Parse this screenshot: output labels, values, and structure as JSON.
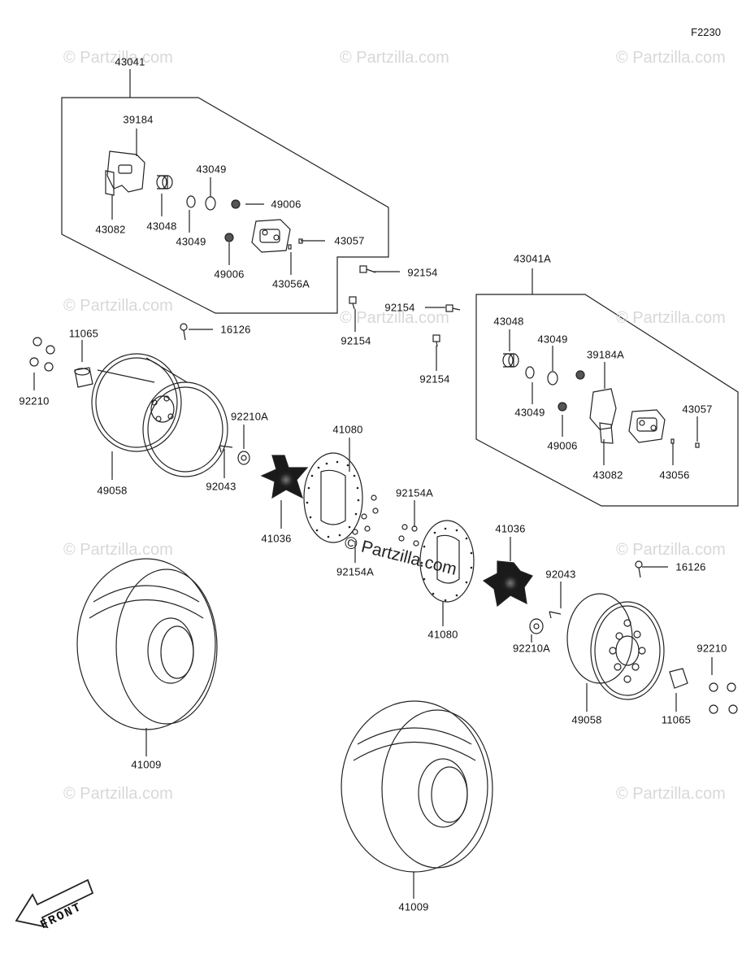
{
  "figure_code": "F2230",
  "watermark_text": "© Partzilla.com",
  "front_arrow_label": "FRONT",
  "groups": [
    {
      "id": "43041",
      "label": "43041"
    },
    {
      "id": "43041A",
      "label": "43041A"
    }
  ],
  "callouts": [
    {
      "key": "c43041",
      "text": "43041"
    },
    {
      "key": "c39184",
      "text": "39184"
    },
    {
      "key": "c43049a",
      "text": "43049"
    },
    {
      "key": "c49006a",
      "text": "49006"
    },
    {
      "key": "c43082a",
      "text": "43082"
    },
    {
      "key": "c43048a",
      "text": "43048"
    },
    {
      "key": "c43049b",
      "text": "43049"
    },
    {
      "key": "c43057a",
      "text": "43057"
    },
    {
      "key": "c49006b",
      "text": "49006"
    },
    {
      "key": "c43056A",
      "text": "43056A"
    },
    {
      "key": "c92154a",
      "text": "92154"
    },
    {
      "key": "c92154b",
      "text": "92154"
    },
    {
      "key": "c92154c",
      "text": "92154"
    },
    {
      "key": "c92154d",
      "text": "92154"
    },
    {
      "key": "c16126a",
      "text": "16126"
    },
    {
      "key": "c11065a",
      "text": "11065"
    },
    {
      "key": "c92210a",
      "text": "92210"
    },
    {
      "key": "c49058a",
      "text": "49058"
    },
    {
      "key": "c92210Aa",
      "text": "92210A"
    },
    {
      "key": "c92043a",
      "text": "92043"
    },
    {
      "key": "c41036a",
      "text": "41036"
    },
    {
      "key": "c41080a",
      "text": "41080"
    },
    {
      "key": "c92154Aa",
      "text": "92154A"
    },
    {
      "key": "c92154Ab",
      "text": "92154A"
    },
    {
      "key": "c41080b",
      "text": "41080"
    },
    {
      "key": "c41036b",
      "text": "41036"
    },
    {
      "key": "c92043b",
      "text": "92043"
    },
    {
      "key": "c92210Ab",
      "text": "92210A"
    },
    {
      "key": "c16126b",
      "text": "16126"
    },
    {
      "key": "c92210b",
      "text": "92210"
    },
    {
      "key": "c49058b",
      "text": "49058"
    },
    {
      "key": "c11065b",
      "text": "11065"
    },
    {
      "key": "c41009a",
      "text": "41009"
    },
    {
      "key": "c41009b",
      "text": "41009"
    },
    {
      "key": "c43041A",
      "text": "43041A"
    },
    {
      "key": "c43048b",
      "text": "43048"
    },
    {
      "key": "c43049c",
      "text": "43049"
    },
    {
      "key": "c43049d",
      "text": "43049"
    },
    {
      "key": "c39184A",
      "text": "39184A"
    },
    {
      "key": "c49006c",
      "text": "49006"
    },
    {
      "key": "c43082b",
      "text": "43082"
    },
    {
      "key": "c43056",
      "text": "43056"
    },
    {
      "key": "c43057b",
      "text": "43057"
    }
  ]
}
